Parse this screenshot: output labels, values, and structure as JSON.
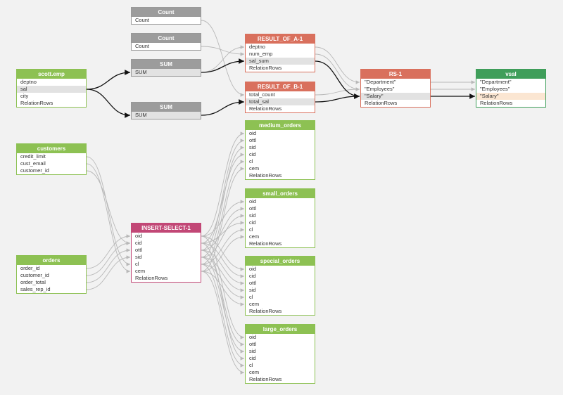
{
  "colors": {
    "table_header": "#8dc153",
    "function_header": "#9c9c9c",
    "result_header": "#d9705d",
    "insert_header": "#c24776",
    "view_header": "#3f9e5a",
    "edge_gray": "#b8b8b8",
    "edge_dark": "#111111",
    "highlight_row": "#e2e2e2",
    "highlight_row_orange": "#fbe6d2"
  },
  "nodes": [
    {
      "id": "count1",
      "title": "Count",
      "style": "gray",
      "rows": [
        {
          "label": "Count"
        }
      ]
    },
    {
      "id": "count2",
      "title": "Count",
      "style": "gray",
      "rows": [
        {
          "label": "Count"
        }
      ]
    },
    {
      "id": "sum1",
      "title": "SUM",
      "style": "gray",
      "rows": [
        {
          "label": "SUM",
          "hl": "gray"
        }
      ]
    },
    {
      "id": "sum2",
      "title": "SUM",
      "style": "gray",
      "rows": [
        {
          "label": "SUM",
          "hl": "gray"
        }
      ]
    },
    {
      "id": "scott_emp",
      "title": "scott.emp",
      "style": "green",
      "rows": [
        {
          "label": "deptno"
        },
        {
          "label": "sal",
          "hl": "gray"
        },
        {
          "label": "city"
        },
        {
          "label": "RelationRows"
        }
      ]
    },
    {
      "id": "result_a",
      "title": "RESULT_OF_A-1",
      "style": "red",
      "rows": [
        {
          "label": "deptno"
        },
        {
          "label": "num_emp"
        },
        {
          "label": "sal_sum",
          "hl": "gray"
        },
        {
          "label": "RelationRows"
        }
      ]
    },
    {
      "id": "result_b",
      "title": "RESULT_OF_B-1",
      "style": "red",
      "rows": [
        {
          "label": "total_count"
        },
        {
          "label": "total_sal",
          "hl": "gray"
        },
        {
          "label": "RelationRows"
        }
      ]
    },
    {
      "id": "rs1",
      "title": "RS-1",
      "style": "red",
      "rows": [
        {
          "label": "\"Department\""
        },
        {
          "label": "\"Employees\""
        },
        {
          "label": "\"Salary\"",
          "hl": "gray"
        },
        {
          "label": "RelationRows"
        }
      ]
    },
    {
      "id": "vsal",
      "title": "vsal",
      "style": "darkgreen",
      "rows": [
        {
          "label": "\"Department\""
        },
        {
          "label": "\"Employees\""
        },
        {
          "label": "\"Salary\"",
          "hl": "orange"
        },
        {
          "label": "RelationRows"
        }
      ]
    },
    {
      "id": "customers",
      "title": "customers",
      "style": "green",
      "rows": [
        {
          "label": "credit_limit"
        },
        {
          "label": "cust_email"
        },
        {
          "label": "customer_id"
        }
      ]
    },
    {
      "id": "orders",
      "title": "orders",
      "style": "green",
      "rows": [
        {
          "label": "order_id"
        },
        {
          "label": "customer_id"
        },
        {
          "label": "order_total"
        },
        {
          "label": "sales_rep_id"
        }
      ]
    },
    {
      "id": "insert_select",
      "title": "INSERT-SELECT-1",
      "style": "magenta",
      "rows": [
        {
          "label": "oid"
        },
        {
          "label": "cid"
        },
        {
          "label": "ottl"
        },
        {
          "label": "sid"
        },
        {
          "label": "cl"
        },
        {
          "label": "cem"
        },
        {
          "label": "RelationRows"
        }
      ]
    },
    {
      "id": "medium_orders",
      "title": "medium_orders",
      "style": "green",
      "rows": [
        {
          "label": "oid"
        },
        {
          "label": "ottl"
        },
        {
          "label": "sid"
        },
        {
          "label": "cid"
        },
        {
          "label": "cl"
        },
        {
          "label": "cem"
        },
        {
          "label": "RelationRows"
        }
      ]
    },
    {
      "id": "small_orders",
      "title": "small_orders",
      "style": "green",
      "rows": [
        {
          "label": "oid"
        },
        {
          "label": "ottl"
        },
        {
          "label": "sid"
        },
        {
          "label": "cid"
        },
        {
          "label": "cl"
        },
        {
          "label": "cem"
        },
        {
          "label": "RelationRows"
        }
      ]
    },
    {
      "id": "special_orders",
      "title": "special_orders",
      "style": "green",
      "rows": [
        {
          "label": "oid"
        },
        {
          "label": "cid"
        },
        {
          "label": "ottl"
        },
        {
          "label": "sid"
        },
        {
          "label": "cl"
        },
        {
          "label": "cem"
        },
        {
          "label": "RelationRows"
        }
      ]
    },
    {
      "id": "large_orders",
      "title": "large_orders",
      "style": "green",
      "rows": [
        {
          "label": "oid"
        },
        {
          "label": "ottl"
        },
        {
          "label": "sid"
        },
        {
          "label": "cid"
        },
        {
          "label": "cl"
        },
        {
          "label": "cem"
        },
        {
          "label": "RelationRows"
        }
      ]
    }
  ],
  "edges": [
    {
      "from": "scott_emp.sal",
      "to": "sum1.SUM",
      "kind": "dark"
    },
    {
      "from": "scott_emp.sal",
      "to": "sum2.SUM",
      "kind": "dark"
    },
    {
      "from": "scott_emp.sal",
      "to": "sum1.SUM",
      "kind": "gray"
    },
    {
      "from": "sum1.SUM",
      "to": "result_a.sal_sum",
      "kind": "dark"
    },
    {
      "from": "sum2.SUM",
      "to": "result_b.total_sal",
      "kind": "dark"
    },
    {
      "from": "count1.Count",
      "to": "result_b.total_count",
      "kind": "gray"
    },
    {
      "from": "count2.Count",
      "to": "result_a.num_emp",
      "kind": "gray"
    },
    {
      "from": "sum1.SUM",
      "to": "result_a.deptno",
      "kind": "gray"
    },
    {
      "from": "result_a.deptno",
      "to": "rs1.\"Department\"",
      "kind": "gray"
    },
    {
      "from": "result_a.num_emp",
      "to": "rs1.\"Employees\"",
      "kind": "gray"
    },
    {
      "from": "result_a.sal_sum",
      "to": "rs1.\"Salary\"",
      "kind": "dark"
    },
    {
      "from": "result_b.total_count",
      "to": "rs1.\"Employees\"",
      "kind": "gray"
    },
    {
      "from": "result_b.total_sal",
      "to": "rs1.\"Salary\"",
      "kind": "dark"
    },
    {
      "from": "rs1.\"Department\"",
      "to": "vsal.\"Department\"",
      "kind": "gray"
    },
    {
      "from": "rs1.\"Employees\"",
      "to": "vsal.\"Employees\"",
      "kind": "gray"
    },
    {
      "from": "rs1.\"Salary\"",
      "to": "vsal.\"Salary\"",
      "kind": "dark"
    },
    {
      "from": "customers.credit_limit",
      "to": "insert_select.cl",
      "kind": "gray"
    },
    {
      "from": "customers.cust_email",
      "to": "insert_select.cem",
      "kind": "gray"
    },
    {
      "from": "customers.customer_id",
      "to": "insert_select.cid",
      "kind": "gray"
    },
    {
      "from": "orders.order_id",
      "to": "insert_select.oid",
      "kind": "gray"
    },
    {
      "from": "orders.customer_id",
      "to": "insert_select.cid",
      "kind": "gray"
    },
    {
      "from": "orders.order_total",
      "to": "insert_select.ottl",
      "kind": "gray"
    },
    {
      "from": "orders.sales_rep_id",
      "to": "insert_select.sid",
      "kind": "gray"
    },
    {
      "from": "insert_select.oid",
      "to": "medium_orders.oid",
      "kind": "gray"
    },
    {
      "from": "insert_select.ottl",
      "to": "medium_orders.ottl",
      "kind": "gray"
    },
    {
      "from": "insert_select.sid",
      "to": "medium_orders.sid",
      "kind": "gray"
    },
    {
      "from": "insert_select.cid",
      "to": "medium_orders.cid",
      "kind": "gray"
    },
    {
      "from": "insert_select.cl",
      "to": "medium_orders.cl",
      "kind": "gray"
    },
    {
      "from": "insert_select.cem",
      "to": "medium_orders.cem",
      "kind": "gray"
    },
    {
      "from": "insert_select.oid",
      "to": "small_orders.oid",
      "kind": "gray"
    },
    {
      "from": "insert_select.ottl",
      "to": "small_orders.ottl",
      "kind": "gray"
    },
    {
      "from": "insert_select.sid",
      "to": "small_orders.sid",
      "kind": "gray"
    },
    {
      "from": "insert_select.cid",
      "to": "small_orders.cid",
      "kind": "gray"
    },
    {
      "from": "insert_select.cl",
      "to": "small_orders.cl",
      "kind": "gray"
    },
    {
      "from": "insert_select.cem",
      "to": "small_orders.cem",
      "kind": "gray"
    },
    {
      "from": "insert_select.oid",
      "to": "special_orders.oid",
      "kind": "gray"
    },
    {
      "from": "insert_select.cid",
      "to": "special_orders.cid",
      "kind": "gray"
    },
    {
      "from": "insert_select.ottl",
      "to": "special_orders.ottl",
      "kind": "gray"
    },
    {
      "from": "insert_select.sid",
      "to": "special_orders.sid",
      "kind": "gray"
    },
    {
      "from": "insert_select.cl",
      "to": "special_orders.cl",
      "kind": "gray"
    },
    {
      "from": "insert_select.cem",
      "to": "special_orders.cem",
      "kind": "gray"
    },
    {
      "from": "insert_select.oid",
      "to": "large_orders.oid",
      "kind": "gray"
    },
    {
      "from": "insert_select.ottl",
      "to": "large_orders.ottl",
      "kind": "gray"
    },
    {
      "from": "insert_select.sid",
      "to": "large_orders.sid",
      "kind": "gray"
    },
    {
      "from": "insert_select.cid",
      "to": "large_orders.cid",
      "kind": "gray"
    },
    {
      "from": "insert_select.cl",
      "to": "large_orders.cl",
      "kind": "gray"
    },
    {
      "from": "insert_select.cem",
      "to": "large_orders.cem",
      "kind": "gray"
    }
  ]
}
